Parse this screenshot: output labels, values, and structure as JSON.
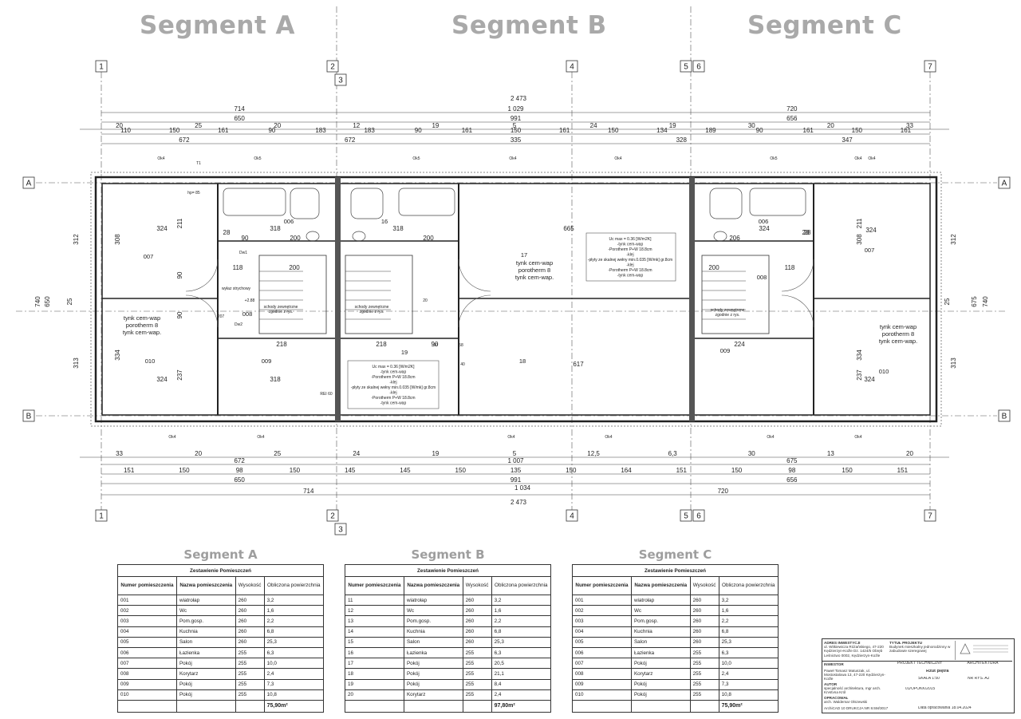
{
  "segments": [
    {
      "title": "Segment A",
      "table_title": "Segment A"
    },
    {
      "title": "Segment B",
      "table_title": "Segment B"
    },
    {
      "title": "Segment C",
      "table_title": "Segment C"
    }
  ],
  "axes": {
    "columns": [
      "1",
      "2",
      "3",
      "4",
      "5",
      "6",
      "7"
    ],
    "rows": [
      "A",
      "B"
    ]
  },
  "dimensions": {
    "top": {
      "overall": "2 473",
      "row1": [
        "714",
        "1 029",
        "720"
      ],
      "row2": [
        "650",
        "991",
        "656"
      ],
      "row3": [
        "110",
        "150",
        "161",
        "90",
        "183",
        "183",
        "90",
        "161",
        "150",
        "161",
        "150",
        "134",
        "189",
        "90",
        "161",
        "150",
        "161"
      ],
      "row4": [
        "672",
        "672",
        "335",
        "328",
        "347"
      ],
      "edge": [
        "20",
        "25",
        "20",
        "12",
        "19",
        "5",
        "24",
        "19",
        "30",
        "20",
        "33"
      ]
    },
    "bottom": {
      "overall": "2 473",
      "row1": [
        "672",
        "1 007",
        "675"
      ],
      "row2": [
        "151",
        "150",
        "98",
        "150",
        "145",
        "145",
        "150",
        "135",
        "150",
        "164",
        "151",
        "150",
        "98",
        "150",
        "151"
      ],
      "row3": [
        "650",
        "991",
        "656"
      ],
      "row4": [
        "1 034"
      ],
      "row5": [
        "714",
        "720"
      ],
      "edge": [
        "33",
        "20",
        "25",
        "24",
        "19",
        "5",
        "12,5",
        "6,3",
        "30",
        "13",
        "20"
      ]
    },
    "left": [
      "312",
      "740",
      "650",
      "25",
      "313",
      "308",
      "334",
      "211",
      "237",
      "90",
      "90"
    ],
    "right": [
      "312",
      "740",
      "675",
      "25",
      "313",
      "308",
      "334",
      "211",
      "237"
    ]
  },
  "plan_labels": {
    "rooms": [
      "007",
      "006",
      "008",
      "009",
      "010",
      "16",
      "17",
      "18",
      "19",
      "006",
      "007",
      "008",
      "009",
      "010"
    ],
    "room_dims": [
      "324",
      "318",
      "200",
      "90",
      "118",
      "28",
      "200",
      "218",
      "324",
      "318",
      "318",
      "200",
      "90",
      "665",
      "218",
      "617",
      "206",
      "200",
      "224",
      "324",
      "118",
      "28",
      "324",
      "324",
      "28"
    ],
    "windows": [
      "Ok4",
      "Ok5",
      "Ok5",
      "Ok4",
      "Ok4",
      "Ok5",
      "Ok4",
      "Ok4",
      "Ok4",
      "Ok4",
      "Ok4",
      "Ok4",
      "Ok4",
      "Ok4"
    ],
    "tags": [
      "T1",
      "hp= 85",
      "Dw1",
      "Dw2",
      "+2.88",
      "REI 60",
      "wyłaz strychowy",
      "20",
      "58",
      "40",
      "90",
      "207"
    ],
    "notes": {
      "wall_spec": [
        "tynk cem-wap",
        "porotherm 8",
        "tynk cem-wap."
      ],
      "ceiling_spec": [
        "Uc max = 0.36 [W/m2K]",
        "-tynk cem-wap",
        "-Porotherm P+W 18.8cm",
        "-klej",
        "-płyty ze skalnej wełny min.0.035 [W/mk] gr.8cm",
        "-klej",
        "-Porotherm P+W 18.8cm",
        "-tynk cem-wap"
      ],
      "stair_spec": [
        "schody zewnętrzne",
        "zgodnie z rys."
      ]
    }
  },
  "tables": [
    {
      "caption": "Zestawienie Pomieszczeń",
      "headers": [
        "Numer pomieszczenia",
        "Nazwa pomieszczenia",
        "Wysokość",
        "Obliczona powierzchnia"
      ],
      "rows": [
        [
          "001",
          "wiatrołap",
          "260",
          "3,2"
        ],
        [
          "002",
          "Wc",
          "260",
          "1,6"
        ],
        [
          "003",
          "Pom.gosp.",
          "260",
          "2,2"
        ],
        [
          "004",
          "Kuchnia",
          "260",
          "6,8"
        ],
        [
          "005",
          "Salon",
          "260",
          "25,3"
        ],
        [
          "006",
          "Łazienka",
          "255",
          "6,3"
        ],
        [
          "007",
          "Pokój",
          "255",
          "10,0"
        ],
        [
          "008",
          "Korytarz",
          "255",
          "2,4"
        ],
        [
          "009",
          "Pokój",
          "255",
          "7,3"
        ],
        [
          "010",
          "Pokój",
          "255",
          "10,8"
        ]
      ],
      "total": "75,90m²"
    },
    {
      "caption": "Zestawienie Pomieszczeń",
      "headers": [
        "Numer pomieszczenia",
        "Nazwa pomieszczenia",
        "Wysokość",
        "Obliczona powierzchnia"
      ],
      "rows": [
        [
          "11",
          "wiatrołap",
          "260",
          "3,2"
        ],
        [
          "12",
          "Wc",
          "260",
          "1,6"
        ],
        [
          "13",
          "Pom.gosp.",
          "260",
          "2,2"
        ],
        [
          "14",
          "Kuchnia",
          "260",
          "6,8"
        ],
        [
          "15",
          "Salon",
          "260",
          "25,3"
        ],
        [
          "16",
          "Łazienka",
          "255",
          "6,3"
        ],
        [
          "17",
          "Pokój",
          "255",
          "20,5"
        ],
        [
          "18",
          "Pokój",
          "255",
          "21,1"
        ],
        [
          "19",
          "Pokój",
          "255",
          "8,4"
        ],
        [
          "20",
          "Korytarz",
          "255",
          "2,4"
        ]
      ],
      "total": "97,80m²"
    },
    {
      "caption": "Zestawienie Pomieszczeń",
      "headers": [
        "Numer pomieszczenia",
        "Nazwa pomieszczenia",
        "Wysokość",
        "Obliczona powierzchnia"
      ],
      "rows": [
        [
          "001",
          "wiatrołap",
          "260",
          "3,2"
        ],
        [
          "002",
          "Wc",
          "260",
          "1,6"
        ],
        [
          "003",
          "Pom.gosp.",
          "260",
          "2,2"
        ],
        [
          "004",
          "Kuchnia",
          "260",
          "6,8"
        ],
        [
          "005",
          "Salon",
          "260",
          "25,3"
        ],
        [
          "006",
          "Łazienka",
          "255",
          "6,3"
        ],
        [
          "007",
          "Pokój",
          "255",
          "10,0"
        ],
        [
          "008",
          "Korytarz",
          "255",
          "2,4"
        ],
        [
          "009",
          "Pokój",
          "255",
          "7,3"
        ],
        [
          "010",
          "Pokój",
          "255",
          "10,8"
        ]
      ],
      "total": "75,90m²"
    }
  ],
  "title_block": {
    "address_label": "ADRES INWESTYCJI",
    "address": "ul. Witkiewicza Różańskiego, 47-220 Kędzierzyn-Koźle Dz. 1424/5 Obręb Leśnictwo 0002, Kędzierzyn-Koźle",
    "title_label": "TYTUŁ PROJEKTU",
    "title": "Budynek mieszkalny jednorodzinny w zabudowie szeregowej",
    "investor_label": "INWESTOR",
    "investor": "Paweł Tomasz Matuszak, ul. Mostostalowa 13, 47-220 Kędzierzyn-Koźle",
    "author_label": "AUTOR",
    "author": "specjalność architektura, mgr arch. Krystyna Król",
    "checker_label": "OPRACOWAŁ",
    "checker": "arch. Waldemar Olszewski",
    "file": "ArchiCAD 10 DRUKCJA NR 8.5M/3017",
    "stage": "PROJEKT TECHNICZNY",
    "branch": "ARCHITEKTURA",
    "sheet_title": "Rzut piętra",
    "scale": "SKALA 1:50",
    "sheet_no": "NR RYS. A2",
    "project_no": "01/OPOKK/2015",
    "date": "Data opracowania 18.04.2024"
  }
}
